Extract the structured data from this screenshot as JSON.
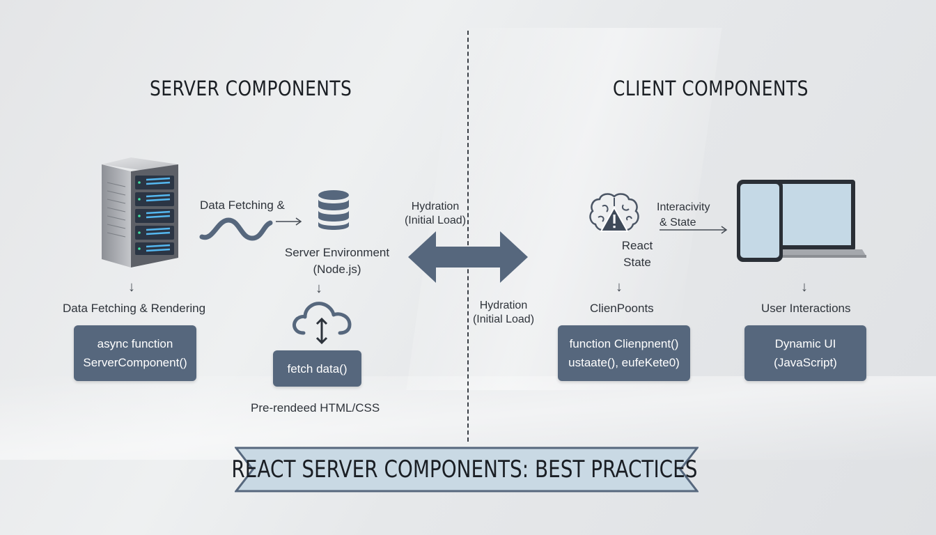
{
  "server": {
    "heading": "SERVER COMPONENTS",
    "fetch_label": "Data Fetching &",
    "env_line1": "Server Environment",
    "env_line2": "(Node.js)",
    "render_label": "Data Fetching & Rendering",
    "box1_line1": "async function",
    "box1_line2": "ServerComponent()",
    "box2_text": "fetch data()",
    "output_label": "Pre-rendeed HTML/CSS"
  },
  "middle": {
    "top_line1": "Hydration",
    "top_line2": "(Initial Load)",
    "bottom_line1": "Hydration",
    "bottom_line2": "(Initial Load)"
  },
  "client": {
    "heading": "CLIENT COMPONENTS",
    "interact_line1": "Interacivity",
    "interact_line2": "& State",
    "state_line1": "React",
    "state_line2": "State",
    "comp_label": "ClienPoonts",
    "user_label": "User Interactions",
    "box1_line1": "function Clienpnent()",
    "box1_line2": "ustaate(), eufeKete0)",
    "box2_line1": "Dynamic UI",
    "box2_line2": "(JavaScript)"
  },
  "banner": {
    "title": "REACT SERVER COMPONENTS: BEST PRACTICES"
  },
  "colors": {
    "box": "#56677d",
    "arrow": "#56677d",
    "banner_fill": "#c9d9e4",
    "banner_border": "#56677d",
    "screen": "#c5d9e6"
  },
  "icons": [
    "server-rack-icon",
    "wave-icon",
    "database-icon",
    "cloud-upload-icon",
    "brain-warning-icon",
    "devices-icon",
    "double-arrow-icon"
  ]
}
